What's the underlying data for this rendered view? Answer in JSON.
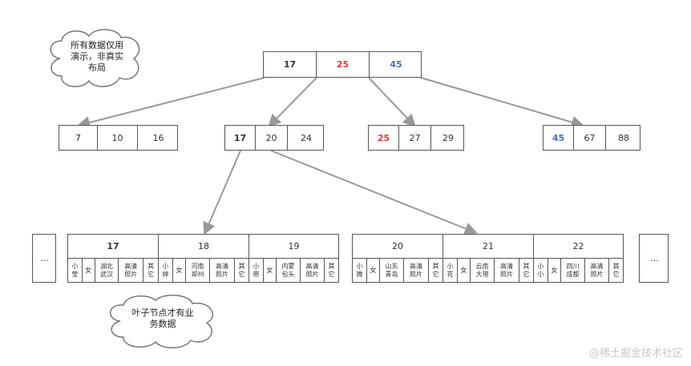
{
  "notes": {
    "top": "所有数据仅用\n演示，非真实\n布局",
    "bottom": "叶子节点才有业\n务数据"
  },
  "root_keys": [
    "17",
    "25",
    "45"
  ],
  "level2": [
    [
      "7",
      "10",
      "16"
    ],
    [
      "17",
      "20",
      "24"
    ],
    [
      "25",
      "27",
      "29"
    ],
    [
      "45",
      "67",
      "88"
    ]
  ],
  "ellipsis": "...",
  "leaves": [
    {
      "id": "17",
      "fields": [
        "小\n莹",
        "女",
        "湖北\n武汉",
        "高清\n照片",
        "其\n它"
      ]
    },
    {
      "id": "18",
      "fields": [
        "小\n婷",
        "女",
        "河南\n郑州",
        "高清\n照片",
        "其\n它"
      ]
    },
    {
      "id": "19",
      "fields": [
        "小\n慈",
        "女",
        "内蒙\n包头",
        "高清\n照片",
        "其\n它"
      ]
    },
    {
      "id": "20",
      "fields": [
        "小\n微",
        "女",
        "山东\n青岛",
        "高清\n照片",
        "其\n它"
      ]
    },
    {
      "id": "21",
      "fields": [
        "小\n花",
        "女",
        "云南\n大理",
        "高清\n照片",
        "其\n它"
      ]
    },
    {
      "id": "22",
      "fields": [
        "小\n小",
        "女",
        "四川\n成都",
        "高清\n照片",
        "其\n它"
      ]
    }
  ],
  "watermark": "@稀土掘金技术社区",
  "colors": {
    "red": "#e03a3a",
    "blue": "#4a6fb5",
    "arrow": "#999999"
  }
}
